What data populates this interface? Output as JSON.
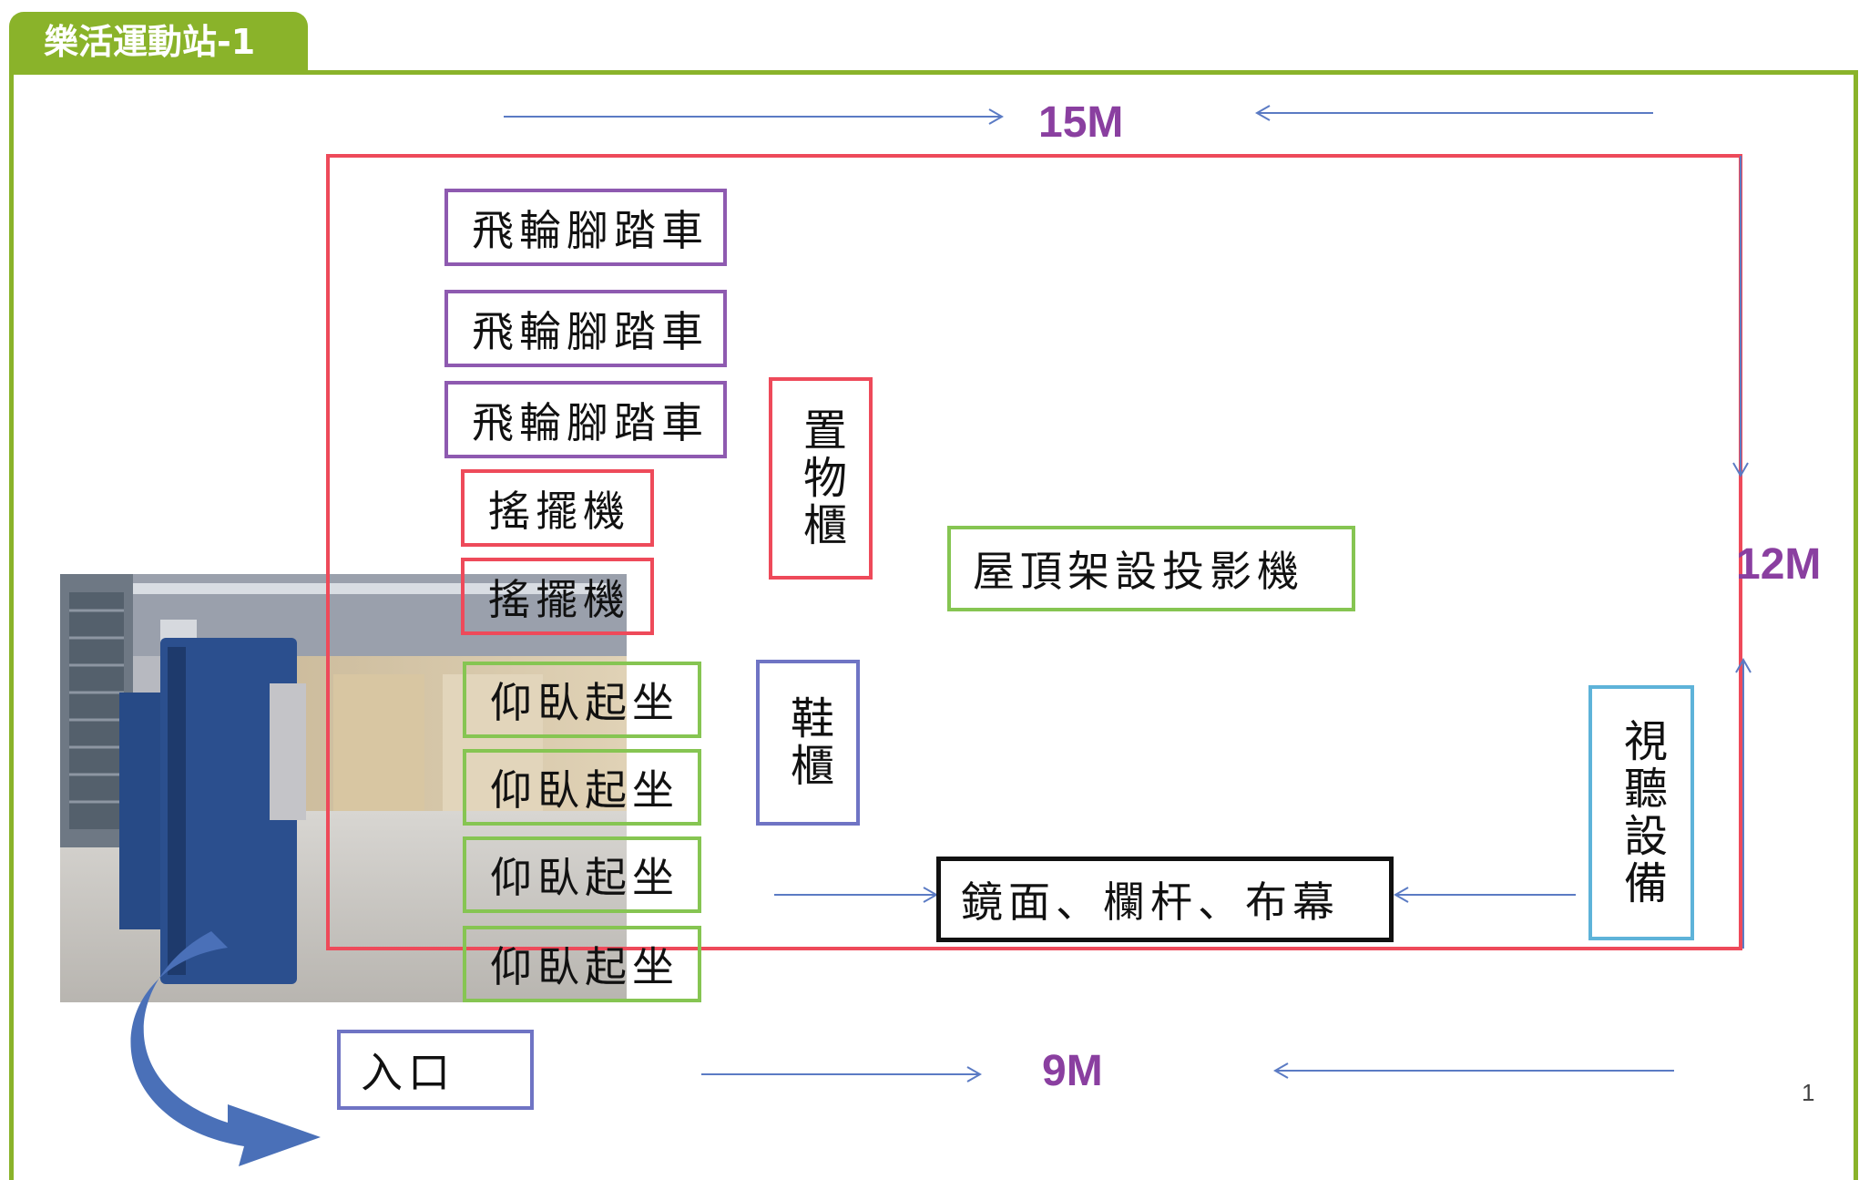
{
  "header": {
    "title": "樂活運動站-1"
  },
  "dimensions": {
    "top": "15M",
    "right": "12M",
    "bottom": "9M"
  },
  "equipment": {
    "bike_1": "飛輪腳踏車",
    "bike_2": "飛輪腳踏車",
    "bike_3": "飛輪腳踏車",
    "rower_1": "搖擺機",
    "rower_2": "搖擺機",
    "situp_1": "仰臥起坐",
    "situp_2": "仰臥起坐",
    "situp_3": "仰臥起坐",
    "situp_4": "仰臥起坐",
    "storage": "置物櫃",
    "shoe_cabinet": "鞋櫃",
    "projector": "屋頂架設投影機",
    "av_equipment": "視聽設備",
    "mirror": "鏡面、欄杆、布幕",
    "entrance": "入口"
  },
  "page_number": "1",
  "colors": {
    "tab_green": "#8ab32a",
    "room_border": "#ee4a5a",
    "arrow_blue": "#5b7bc4",
    "dimension_purple": "#8a3fa0"
  }
}
